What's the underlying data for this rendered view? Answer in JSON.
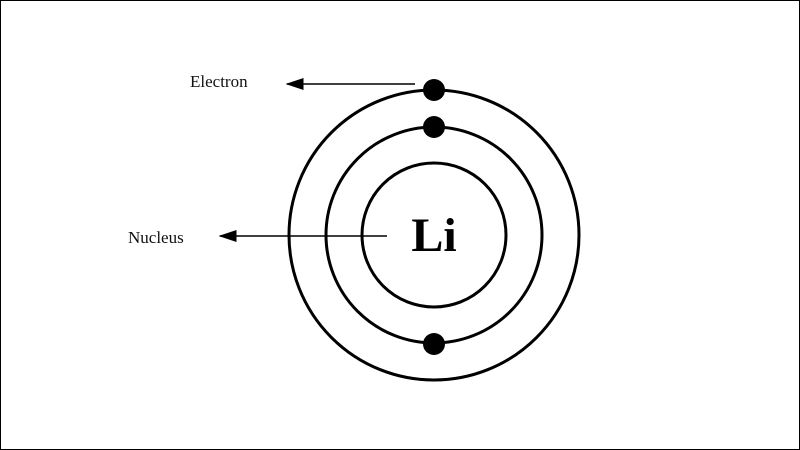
{
  "diagram": {
    "element_symbol": "Li",
    "labels": {
      "electron": "Electron",
      "nucleus": "Nucleus"
    },
    "shell_count": 2,
    "electron_count": 3,
    "colors": {
      "line": "#000000",
      "background": "#ffffff"
    }
  }
}
